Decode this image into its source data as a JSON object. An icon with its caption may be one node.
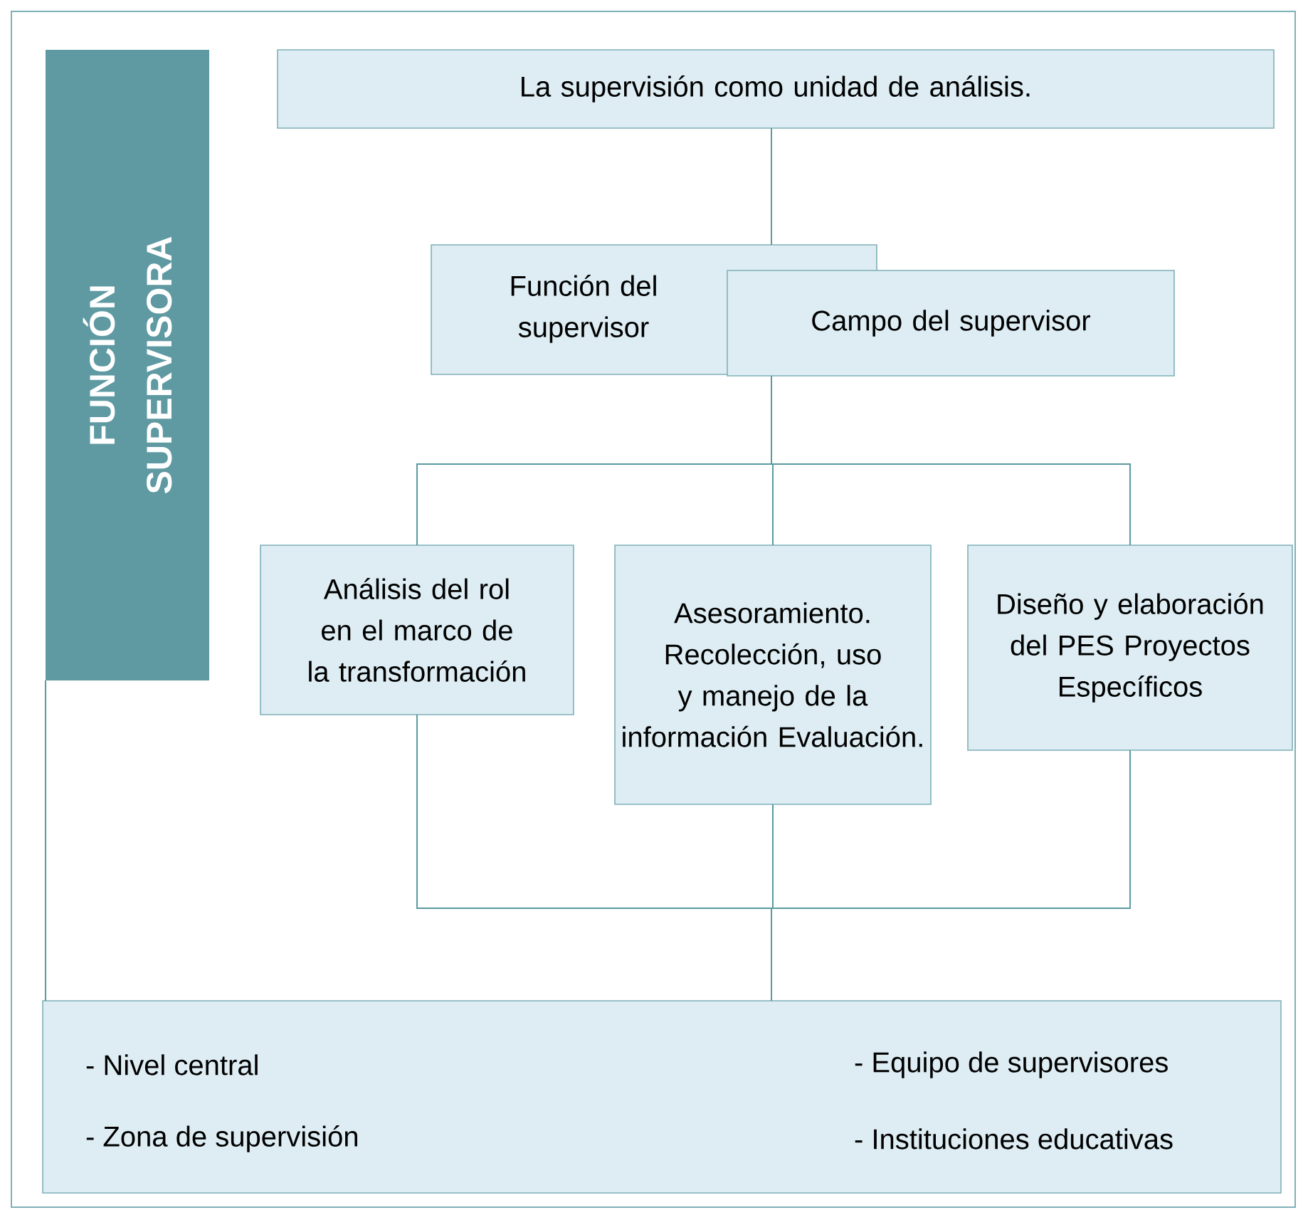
{
  "diagram": {
    "nodes": [
      {
        "text": [
          "FUNCIÓN SUPERVISORA"
        ]
      },
      {
        "text": [
          "La supervisión como unidad de análisis."
        ]
      },
      {
        "text": [
          "Función del supervisor"
        ]
      },
      {
        "text": [
          "Campo del supervisor"
        ]
      },
      {
        "text": [
          "Análisis del rol en el marco de la transformación"
        ]
      },
      {
        "text": [
          "Asesoramiento. Recolección, uso y manejo de la información Evaluación."
        ]
      },
      {
        "text": [
          "Diseño y elaboración del PES Proyectos Específicos"
        ]
      },
      {
        "text": [
          "- Nivel central",
          "- Equipo de supervisores",
          "- Zona de supervisión",
          "- Instituciones educativas"
        ]
      }
    ],
    "edges": [
      {
        "from": 1,
        "to": 2,
        "arrow": "none"
      },
      {
        "from": 3,
        "to": 4,
        "arrow": "none"
      },
      {
        "from": 3,
        "to": 5,
        "arrow": "none"
      },
      {
        "from": 3,
        "to": 6,
        "arrow": "none"
      },
      {
        "from": 4,
        "to": 7,
        "arrow": "none"
      },
      {
        "from": 5,
        "to": 7,
        "arrow": "none"
      },
      {
        "from": 6,
        "to": 7,
        "arrow": "none"
      },
      {
        "from": 0,
        "to": 7,
        "arrow": "none"
      }
    ]
  }
}
